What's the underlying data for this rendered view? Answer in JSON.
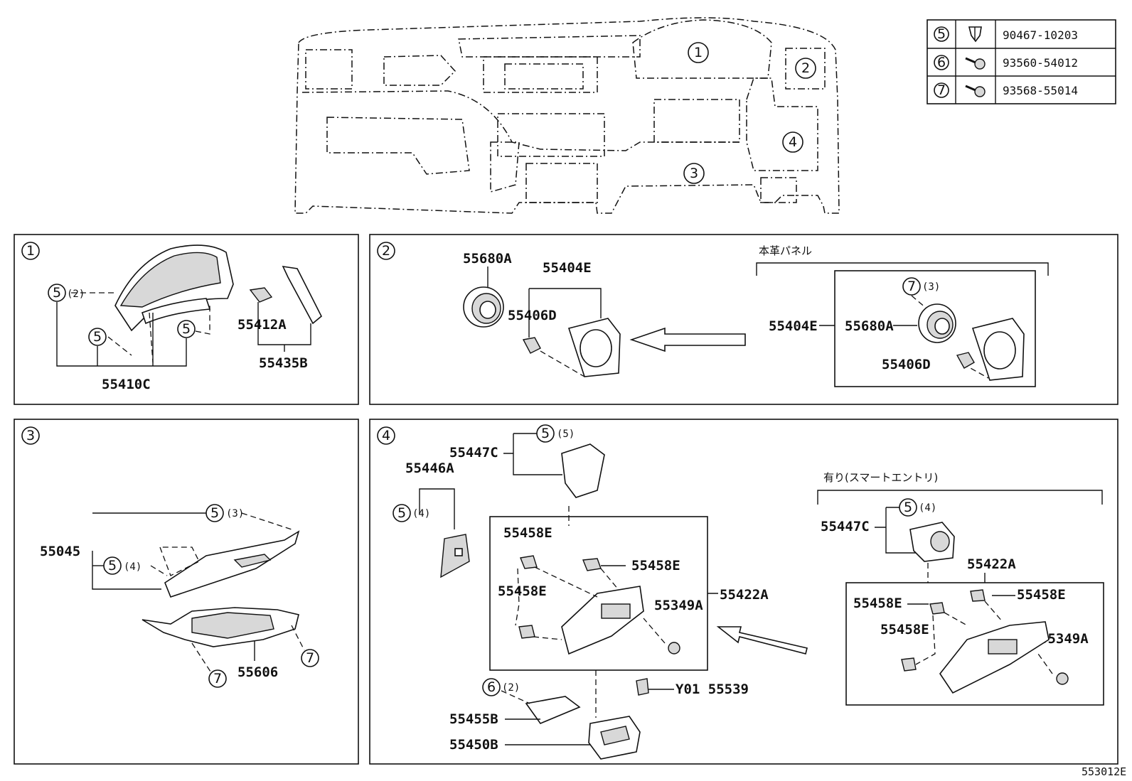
{
  "fastener_table": [
    {
      "ref": "5",
      "icon": "clip-icon",
      "part": "90467-10203"
    },
    {
      "ref": "6",
      "icon": "screw-icon",
      "part": "93560-54012"
    },
    {
      "ref": "7",
      "icon": "screw-icon",
      "part": "93568-55014"
    }
  ],
  "overview": {
    "regions": [
      "1",
      "2",
      "3",
      "4"
    ]
  },
  "panel1": {
    "ref": "1",
    "labels": {
      "p55410c": "55410C",
      "p55412a": "55412A",
      "p55435b": "55435B"
    },
    "clips": [
      {
        "ref": "5",
        "qty": "(2)"
      },
      {
        "ref": "5",
        "qty": ""
      },
      {
        "ref": "5",
        "qty": ""
      }
    ]
  },
  "panel2": {
    "ref": "2",
    "variant_title": "本革パネル",
    "labels": {
      "p55680a": "55680A",
      "p55404e": "55404E",
      "p55406d": "55406D",
      "v55404e": "55404E",
      "v55680a": "55680A",
      "v55406d": "55406D"
    },
    "clips": [
      {
        "ref": "7",
        "qty": "(3)"
      }
    ]
  },
  "panel3": {
    "ref": "3",
    "labels": {
      "p55045": "55045",
      "p55606": "55606"
    },
    "clips": [
      {
        "ref": "5",
        "qty": "(3)"
      },
      {
        "ref": "5",
        "qty": "(4)"
      },
      {
        "ref": "7",
        "qty": ""
      },
      {
        "ref": "7",
        "qty": ""
      }
    ]
  },
  "panel4": {
    "ref": "4",
    "variant_title": "有り(スマートエントリ)",
    "labels": {
      "p55447c": "55447C",
      "p55446a": "55446A",
      "p55458e_1": "55458E",
      "p55458e_2": "55458E",
      "p55458e_3": "55458E",
      "p55349a": "55349A",
      "p55422a": "55422A",
      "py01": "Y01 55539",
      "p55455b": "55455B",
      "p55450b": "55450B",
      "v55447c": "55447C",
      "v55422a": "55422A",
      "v55458e_1": "55458E",
      "v55458e_2": "55458E",
      "v55458e_3": "55458E",
      "v55349a": "55349A"
    },
    "clips": [
      {
        "ref": "5",
        "qty": "(5)"
      },
      {
        "ref": "5",
        "qty": "(4)"
      },
      {
        "ref": "6",
        "qty": "(2)"
      },
      {
        "ref": "5",
        "qty": "(4)"
      }
    ]
  },
  "diagram_code": "553012E"
}
